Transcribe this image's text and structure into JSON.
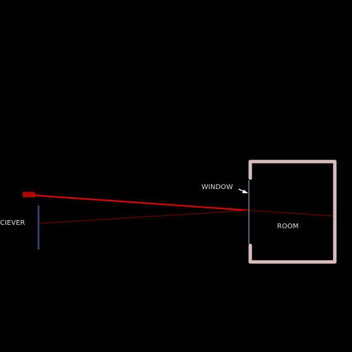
{
  "labels": {
    "receiver": "CIEVER",
    "window": "WINDOW",
    "room": "ROOM"
  },
  "colors": {
    "background": "#000000",
    "laser_beam": "#e00000",
    "reflected_beam": "#5a0000",
    "room_wall": "#d9bcbc",
    "window_pane": "#6f7c8d",
    "receiver_bar": "#2f4a7a",
    "label_text": "#d8d8d8",
    "laser_device": "#a00000"
  },
  "icons": {
    "laser_device": "laser-emitter",
    "window_pointer": "arrow"
  }
}
